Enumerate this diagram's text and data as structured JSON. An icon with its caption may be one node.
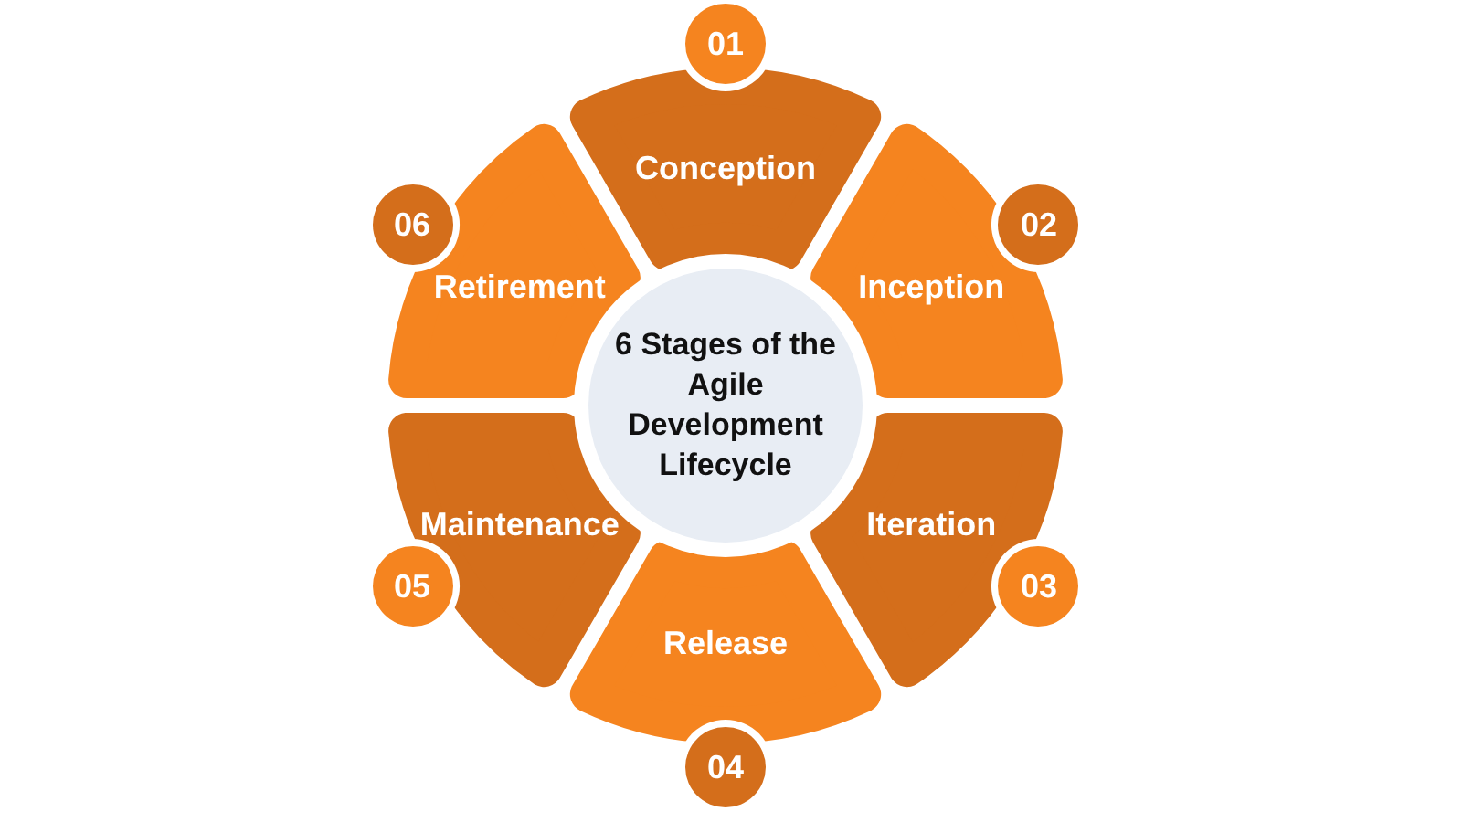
{
  "diagram": {
    "nodes": [
      {
        "text": [
          "6 Stages of the Agile Development Lifecycle"
        ]
      },
      {
        "text": [
          "01"
        ]
      },
      {
        "text": [
          "Conception"
        ]
      },
      {
        "text": [
          "02"
        ]
      },
      {
        "text": [
          "Inception"
        ]
      },
      {
        "text": [
          "03"
        ]
      },
      {
        "text": [
          "Iteration"
        ]
      },
      {
        "text": [
          "04"
        ]
      },
      {
        "text": [
          "Release"
        ]
      },
      {
        "text": [
          "05"
        ]
      },
      {
        "text": [
          "Maintenance"
        ]
      },
      {
        "text": [
          "06"
        ]
      },
      {
        "text": [
          "Retirement"
        ]
      }
    ]
  }
}
